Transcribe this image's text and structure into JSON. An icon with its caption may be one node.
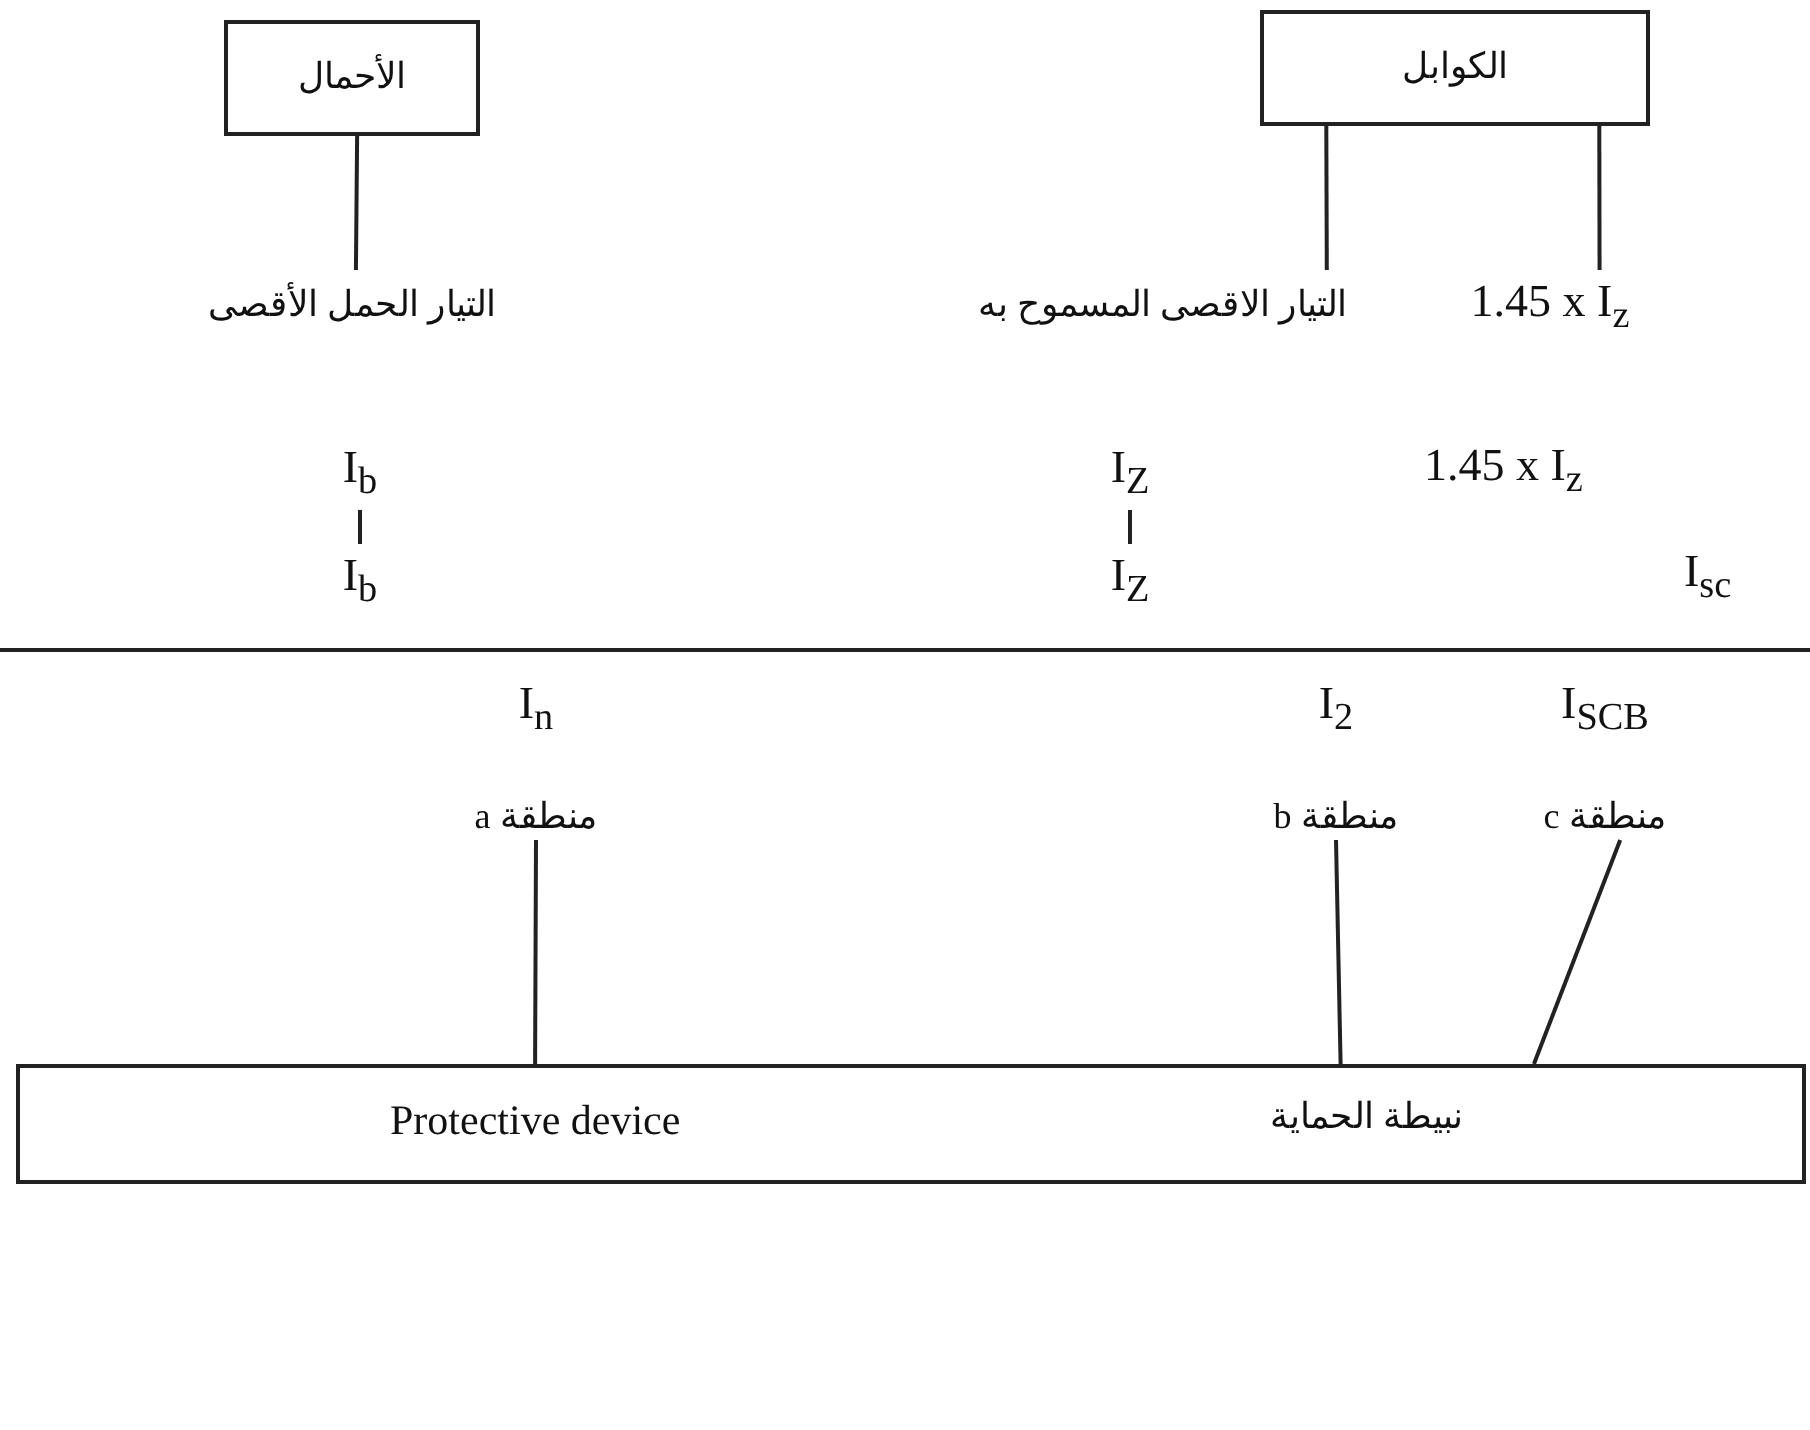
{
  "diagram": {
    "nodes": [
      {
        "text": [
          "الأحمال"
        ]
      },
      {
        "text": [
          "الكوابل"
        ]
      },
      {
        "text": [
          "التيار الحمل الأقصى"
        ]
      },
      {
        "text": [
          "التيار الاقصى المسموح به"
        ]
      },
      {
        "text": [
          "1.45 x I$_{z}$"
        ]
      },
      {
        "text": [
          "I$_{b}$"
        ]
      },
      {
        "text": [
          "I$_{b}$"
        ]
      },
      {
        "text": [
          "I$_{Z}$"
        ]
      },
      {
        "text": [
          "I$_{Z}$"
        ]
      },
      {
        "text": [
          "I$_{n}$",
          "منطقة a"
        ]
      },
      {
        "text": [
          "I$_{2}$",
          "منطقة b"
        ]
      },
      {
        "text": [
          "I$_{SCB}$",
          "منطقة c"
        ]
      },
      {
        "text": [
          "نبيطة الحماية",
          "Protective device"
        ]
      }
    ],
    "edges": [
      {
        "from": 0,
        "to": 2,
        "arrow": "none"
      },
      {
        "from": 1,
        "to": 3,
        "arrow": "none"
      },
      {
        "from": 1,
        "to": 4,
        "arrow": "none"
      },
      {
        "from": 5,
        "to": 6,
        "arrow": "none"
      },
      {
        "from": 7,
        "to": 8,
        "arrow": "none"
      },
      {
        "from": 9,
        "to": 12,
        "arrow": "none"
      },
      {
        "from": 10,
        "to": 12,
        "arrow": "none"
      },
      {
        "from": 11,
        "to": 12,
        "arrow": "none"
      }
    ],
    "labels": [
      "1.45 x I$_{z}$",
      "I$_{sc}$"
    ]
  }
}
